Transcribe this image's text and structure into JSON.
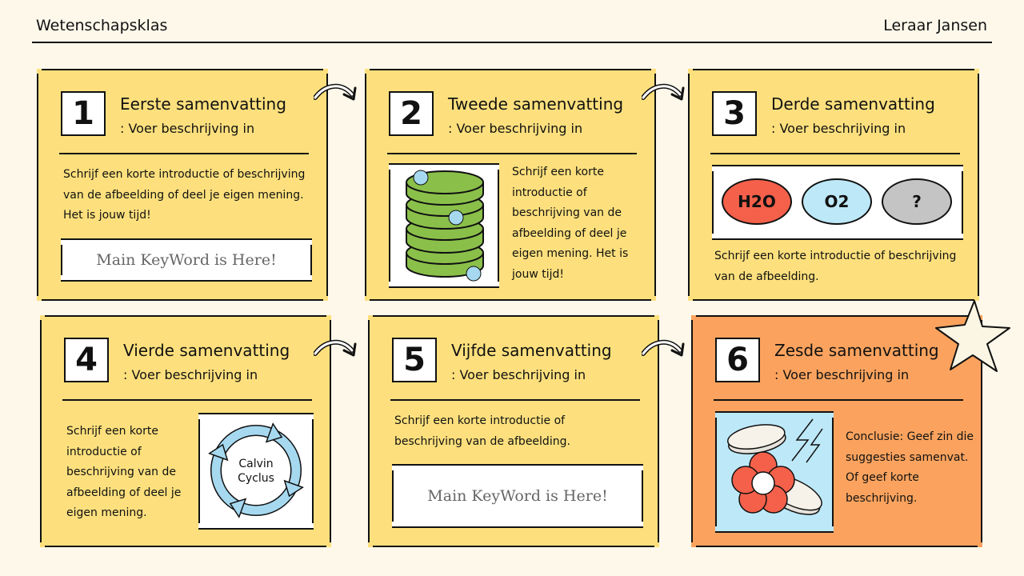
{
  "header": {
    "class_name": "Wetenschapsklas",
    "teacher": "Leraar Jansen"
  },
  "subtitle_common": ": Voer beschrijving in",
  "cards": [
    {
      "number": "1",
      "title": "Eerste samenvatting",
      "subtitle": ": Voer beschrijving in",
      "text": "Schrijf een korte introductie of beschrijving van de afbeelding of deel je eigen mening. Het is jouw tijd!",
      "keyword": "Main KeyWord is Here!"
    },
    {
      "number": "2",
      "title": "Tweede samenvatting",
      "subtitle": ": Voer beschrijving in",
      "text": "Schrijf een korte introductie of beschrijving van de afbeelding of deel je eigen mening. Het is jouw tijd!"
    },
    {
      "number": "3",
      "title": "Derde samenvatting",
      "subtitle": ": Voer beschrijving in",
      "text": "Schrijf een korte introductie of beschrijving van de afbeelding.",
      "molecules": [
        "H2O",
        "O2",
        "?"
      ]
    },
    {
      "number": "4",
      "title": "Vierde samenvatting",
      "subtitle": ": Voer beschrijving in",
      "text": "Schrijf een korte introductie of beschrijving van de afbeelding of deel je eigen mening.",
      "cycle_label_line1": "Calvin",
      "cycle_label_line2": "Cyclus"
    },
    {
      "number": "5",
      "title": "Vijfde samenvatting",
      "subtitle": ": Voer beschrijving in",
      "text": "Schrijf een korte introductie of beschrijving van de afbeelding.",
      "keyword": "Main KeyWord is Here!"
    },
    {
      "number": "6",
      "title": "Zesde samenvatting",
      "subtitle": ": Voer beschrijving in",
      "text": "Conclusie: Geef zin die suggesties samenvat. Of geef korte beschrijving."
    }
  ],
  "colors": {
    "card": "#fde07d",
    "card_highlight": "#fba35e",
    "background": "#fdf8ea",
    "molecule_h2o": "#f4604a",
    "molecule_o2": "#bde8f8",
    "molecule_unknown": "#c4c4c4",
    "database": "#8ac04a",
    "cycle": "#a6d9f0"
  },
  "icons": [
    "curved-arrow-icon",
    "star-icon",
    "database-icon",
    "cycle-icon",
    "pills-icon",
    "flower-icon",
    "lightning-icon"
  ]
}
